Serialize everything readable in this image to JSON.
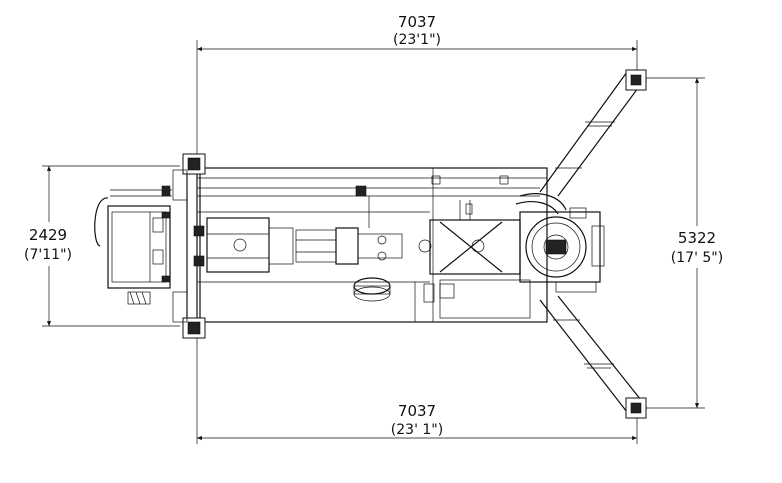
{
  "dimensions": {
    "top_width": {
      "value": "7037",
      "imperial": "(23'1\")"
    },
    "bottom_width": {
      "value": "7037",
      "imperial": "(23' 1\")"
    },
    "left_height": {
      "value": "2429",
      "imperial": "(7'11\")"
    },
    "right_height": {
      "value": "5322",
      "imperial": "(17' 5\")"
    }
  },
  "colors": {
    "line": "#111111",
    "background": "#ffffff"
  }
}
